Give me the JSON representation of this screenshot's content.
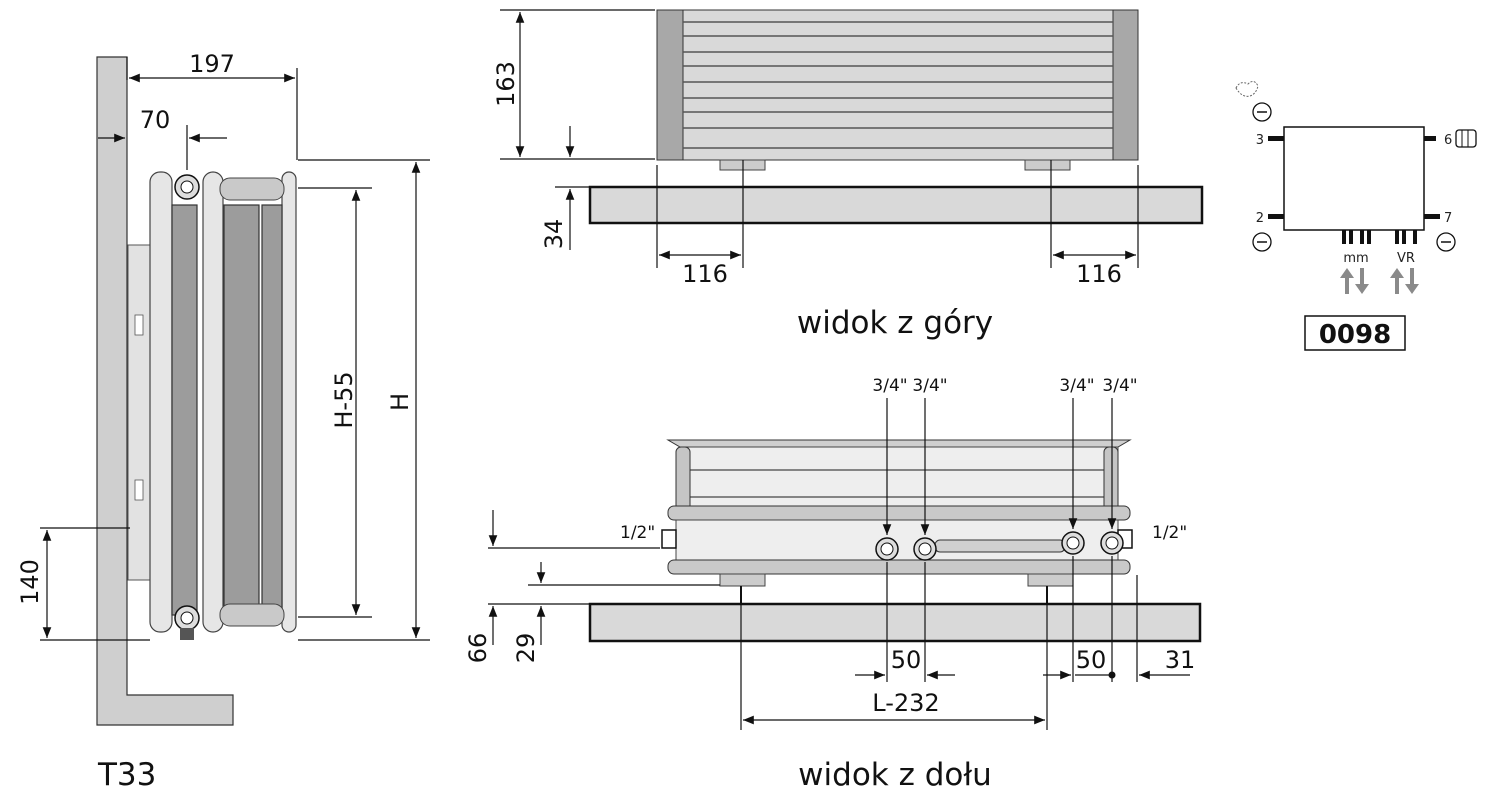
{
  "model": "T33",
  "side_view": {
    "dim_depth": "197",
    "dim_wall": "70",
    "dim_axis": "H-55",
    "dim_height": "H",
    "dim_bottom": "140"
  },
  "top_view": {
    "title": "widok z góry",
    "dim_depth": "163",
    "dim_gap": "34",
    "dim_left": "116",
    "dim_right": "116"
  },
  "bottom_view": {
    "title": "widok z dołu",
    "thread_labels": [
      "3/4\"",
      "3/4\"",
      "3/4\"",
      "3/4\""
    ],
    "side_thread_left": "1/2\"",
    "side_thread_right": "1/2\"",
    "dim_66": "66",
    "dim_29": "29",
    "dim_50_left": "50",
    "dim_50_right": "50",
    "dim_31": "31",
    "dim_length": "L-232"
  },
  "connection_scheme": {
    "ports": [
      "3",
      "6",
      "2",
      "7"
    ],
    "label_mm": "mm",
    "label_vr": "VR",
    "code": "0098"
  }
}
